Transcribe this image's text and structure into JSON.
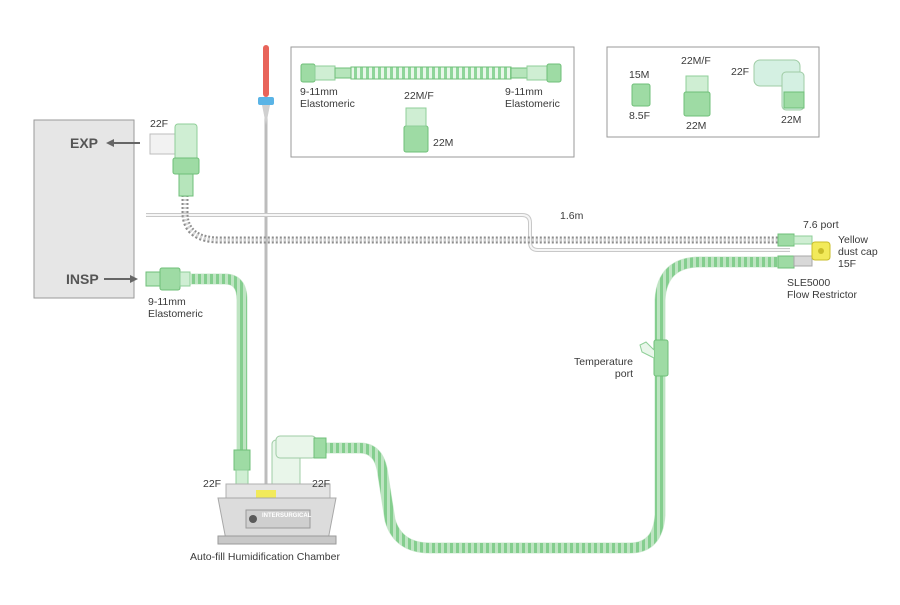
{
  "labels": {
    "exp": "EXP",
    "insp": "INSP",
    "f22_top": "22F",
    "insp_conn_1": "9-11mm",
    "insp_conn_2": "Elastomeric",
    "box1_left_1": "9-11mm",
    "box1_left_2": "Elastomeric",
    "box1_right_1": "9-11mm",
    "box1_right_2": "Elastomeric",
    "box1_adapter_top": "22M/F",
    "box1_adapter_bottom": "22M",
    "box2_15m": "15M",
    "box2_85f": "8.5F",
    "box2_22mf": "22M/F",
    "box2_22m_mid": "22M",
    "box2_22f": "22F",
    "box2_22m_right": "22M",
    "length": "1.6m",
    "port_76": "7.6 port",
    "yellow_1": "Yellow",
    "yellow_2": "dust cap",
    "yellow_3": "15F",
    "sle_1": "SLE5000",
    "sle_2": "Flow Restrictor",
    "temp_1": "Temperature",
    "temp_2": "port",
    "chamber_left": "22F",
    "chamber_right": "22F",
    "chamber_name": "Auto-fill Humidification Chamber",
    "brand": "INTERSURGICAL"
  },
  "colors": {
    "tube_green": "#7fcf8a",
    "tube_green_light": "#c8eecb",
    "connector_green": "#9edba4",
    "tube_grey": "#8e8e8e",
    "panel_grey": "#e6e6e6",
    "arrow_grey": "#666666",
    "spike_red": "#e8645a",
    "clamp_blue": "#5ab4e6",
    "dust_cap_yellow": "#f2ea5a"
  }
}
